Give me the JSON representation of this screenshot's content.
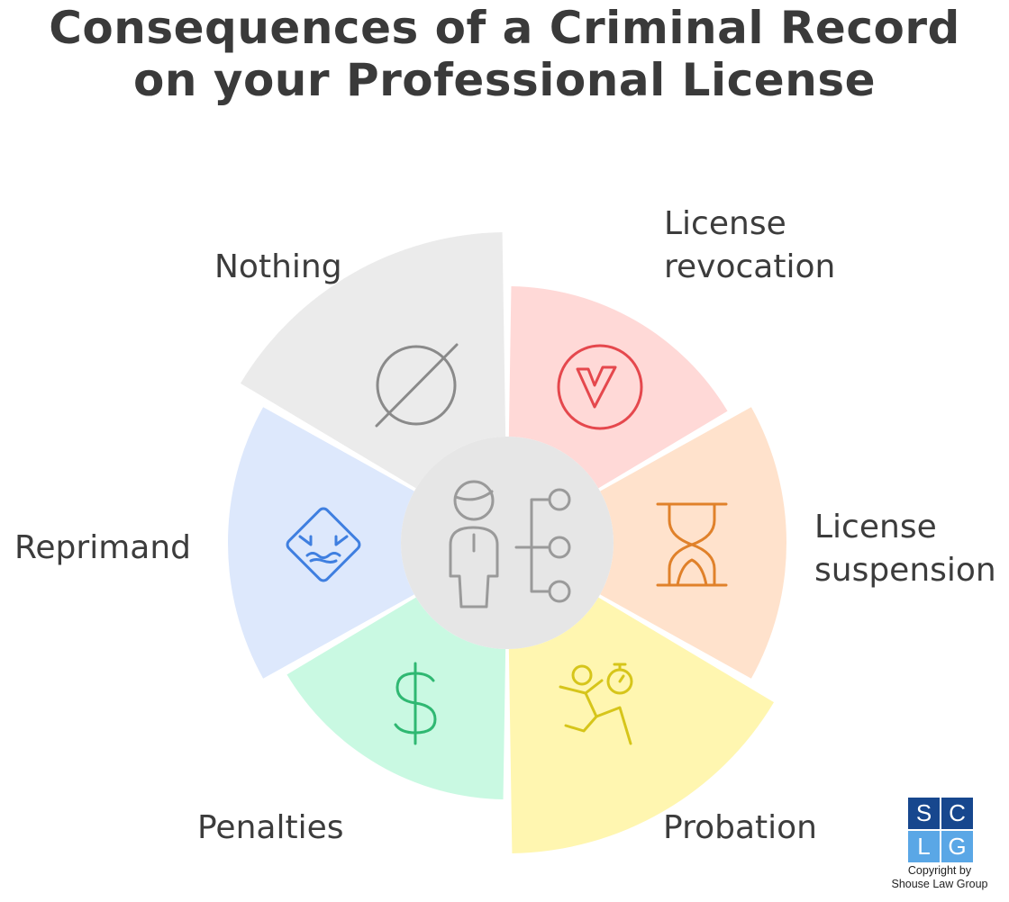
{
  "title": {
    "line1": "Consequences of a Criminal Record",
    "line2": "on your Professional License"
  },
  "segments": [
    {
      "id": "nothing",
      "lines": [
        "Nothing"
      ],
      "color": "#ebebeb",
      "icon_color": "#8a8a8a",
      "icon": "empty-set-icon"
    },
    {
      "id": "license-revocation",
      "lines": [
        "License",
        "revocation"
      ],
      "color": "#ffd9d7",
      "icon_color": "#e5484d",
      "icon": "revocation-icon"
    },
    {
      "id": "license-suspension",
      "lines": [
        "License",
        "suspension"
      ],
      "color": "#ffe2cc",
      "icon_color": "#e0812a",
      "icon": "hourglass-icon"
    },
    {
      "id": "probation",
      "lines": [
        "Probation"
      ],
      "color": "#fff6b0",
      "icon_color": "#d6c51a",
      "icon": "running-stopwatch-icon"
    },
    {
      "id": "penalties",
      "lines": [
        "Penalties"
      ],
      "color": "#c9f9e2",
      "icon_color": "#2fb872",
      "icon": "dollar-icon"
    },
    {
      "id": "reprimand",
      "lines": [
        "Reprimand"
      ],
      "color": "#dde8fc",
      "icon_color": "#3f7fe0",
      "icon": "reprimand-face-icon"
    }
  ],
  "center": {
    "color": "#e6e6e6",
    "icon_color": "#9a9a9a",
    "icon": "person-network-icon"
  },
  "logo": {
    "letters": [
      "S",
      "C",
      "L",
      "G"
    ],
    "caption_line1": "Copyright by",
    "caption_line2": "Shouse Law Group",
    "dark_color": "#17478e",
    "light_color": "#5aa7e6"
  }
}
